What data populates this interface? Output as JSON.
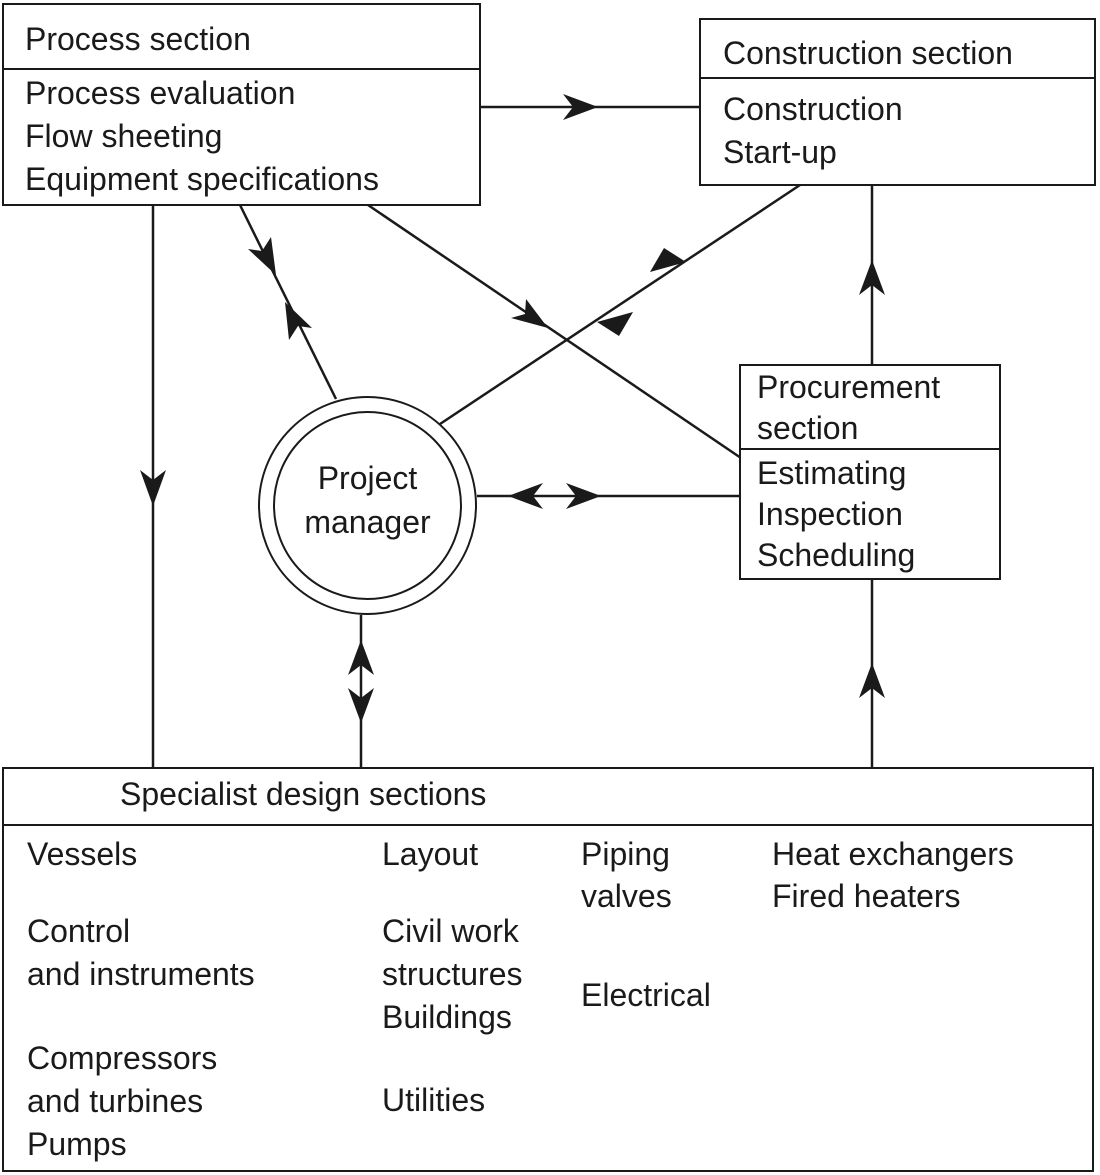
{
  "process_section": {
    "title": "Process section",
    "items": [
      "Process evaluation",
      "Flow sheeting",
      "Equipment specifications"
    ]
  },
  "construction_section": {
    "title": "Construction section",
    "items": [
      "Construction",
      "Start-up"
    ]
  },
  "procurement_section": {
    "title_lines": [
      "Procurement",
      "section"
    ],
    "items": [
      "Estimating",
      "Inspection",
      "Scheduling"
    ]
  },
  "project_manager": {
    "lines": [
      "Project",
      "manager"
    ]
  },
  "specialist_section": {
    "title": "Specialist design sections",
    "col1": [
      "Vessels",
      "Control",
      "and instruments",
      "Compressors",
      "and turbines",
      "Pumps"
    ],
    "col2": [
      "Layout",
      "Civil work",
      "structures",
      "Buildings",
      "Utilities"
    ],
    "col3": [
      "Piping",
      "valves",
      "Electrical"
    ],
    "col4": [
      "Heat exchangers",
      "Fired heaters"
    ]
  }
}
